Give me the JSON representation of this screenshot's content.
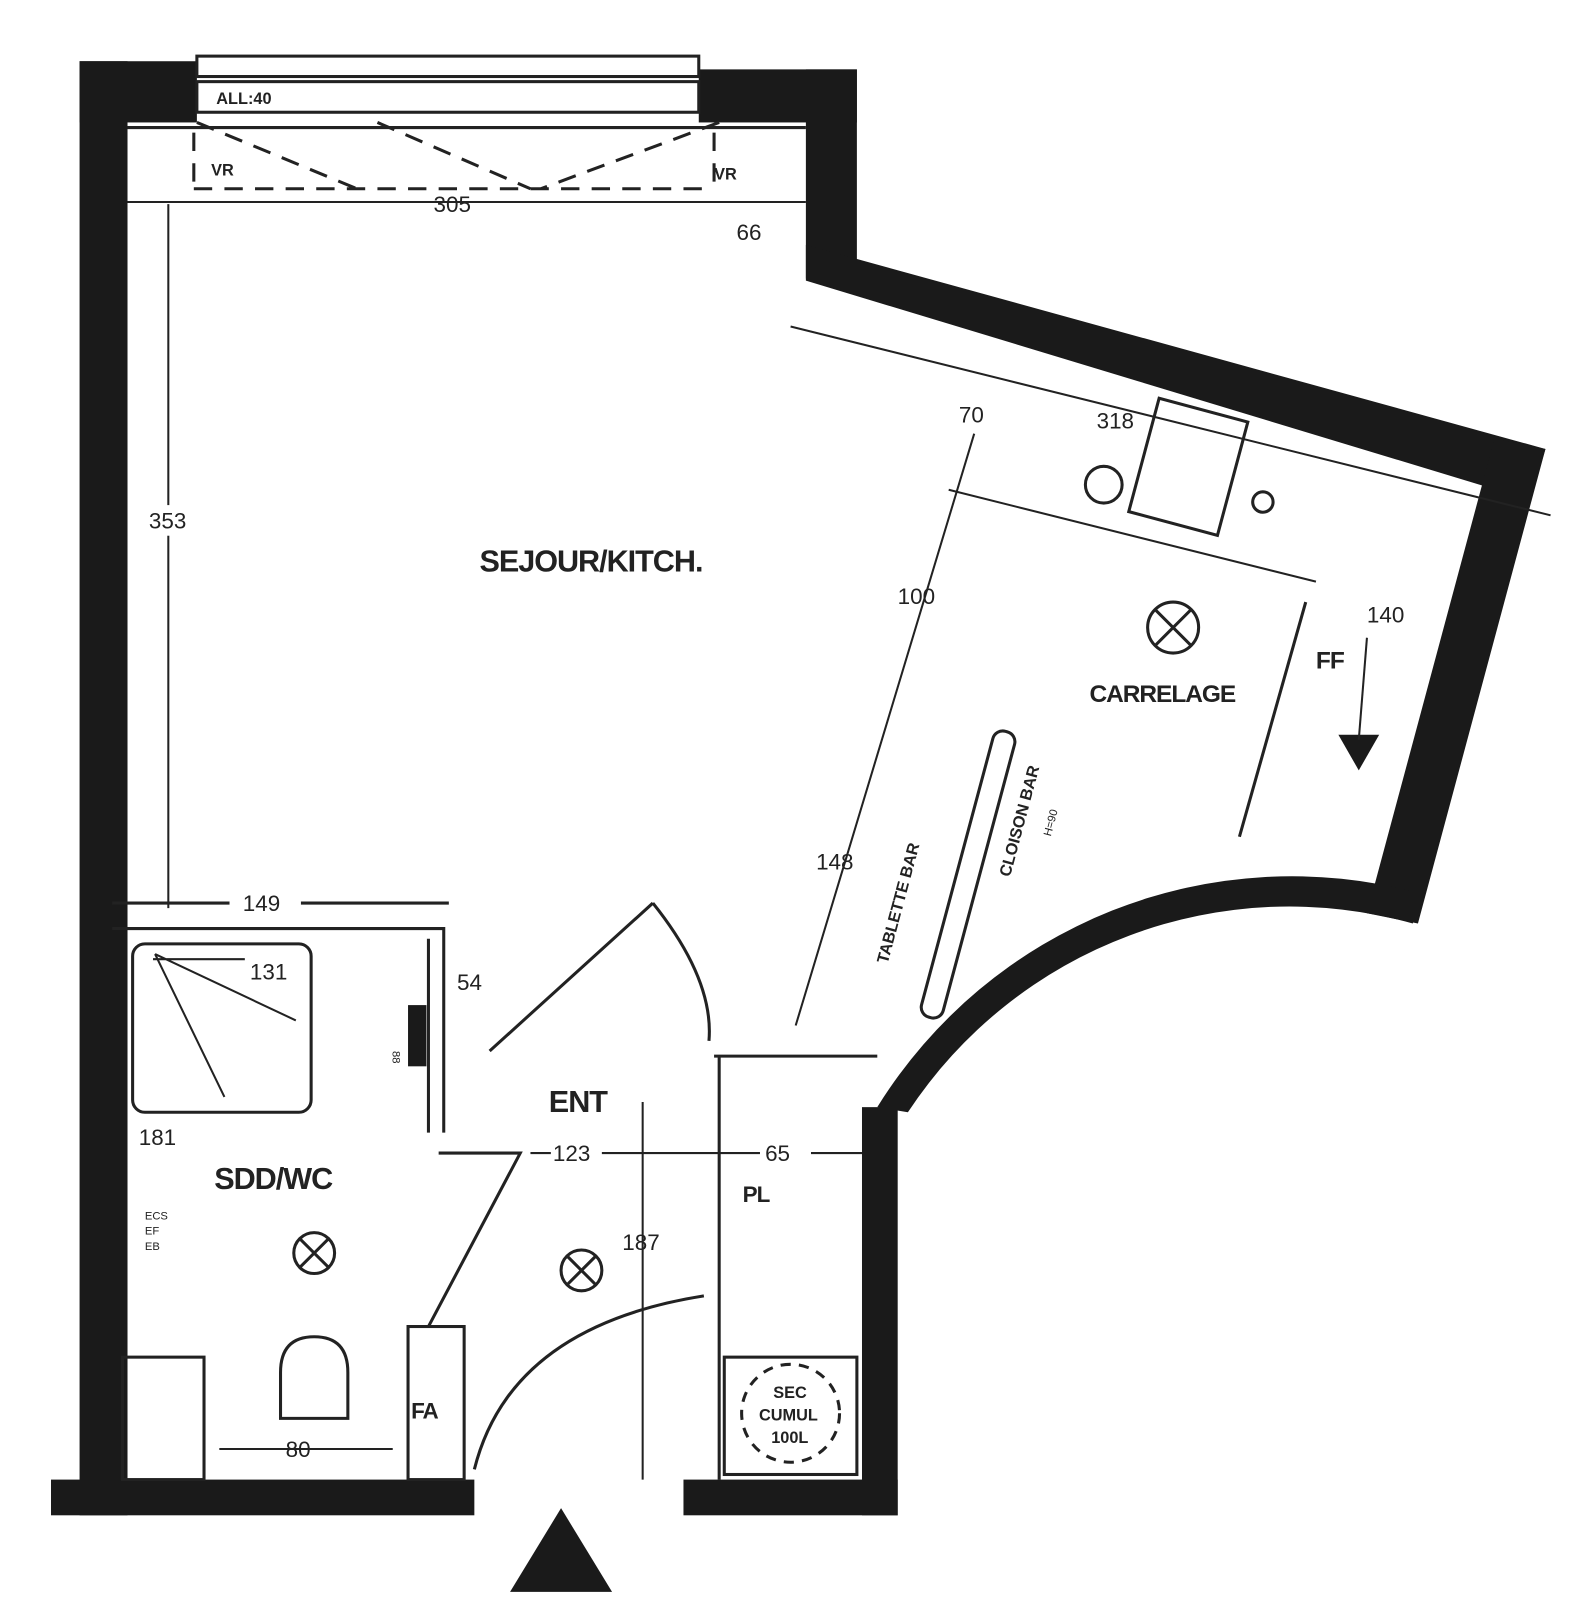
{
  "rooms": {
    "living": "SEJOUR/KITCH.",
    "bath": "SDD/WC",
    "entry": "ENT",
    "closet": "PL",
    "kitchen_floor": "CARRELAGE"
  },
  "labels": {
    "window_left": "ALL:40",
    "shutter_left": "VR",
    "shutter_right": "VR",
    "bar_shelf": "TABLETTE BAR",
    "bar_partition": "CLOISON BAR",
    "bar_height": "H=90",
    "fridge": "FF",
    "wardrobe": "FA",
    "water_heater_1": "SEC",
    "water_heater_2": "CUMUL",
    "water_heater_3": "100L",
    "ecs": "ECS",
    "ef": "EF",
    "eb": "EB",
    "hob": "318"
  },
  "dimensions": {
    "d305": "305",
    "d66": "66",
    "d353": "353",
    "d70": "70",
    "d100": "100",
    "d140": "140",
    "d148": "148",
    "d149": "149",
    "d131": "131",
    "d54": "54",
    "d88": "88",
    "d181": "181",
    "d123": "123",
    "d65": "65",
    "d187": "187",
    "d80": "80"
  },
  "colors": {
    "ink": "#1a1a1a",
    "paper": "#ffffff"
  }
}
